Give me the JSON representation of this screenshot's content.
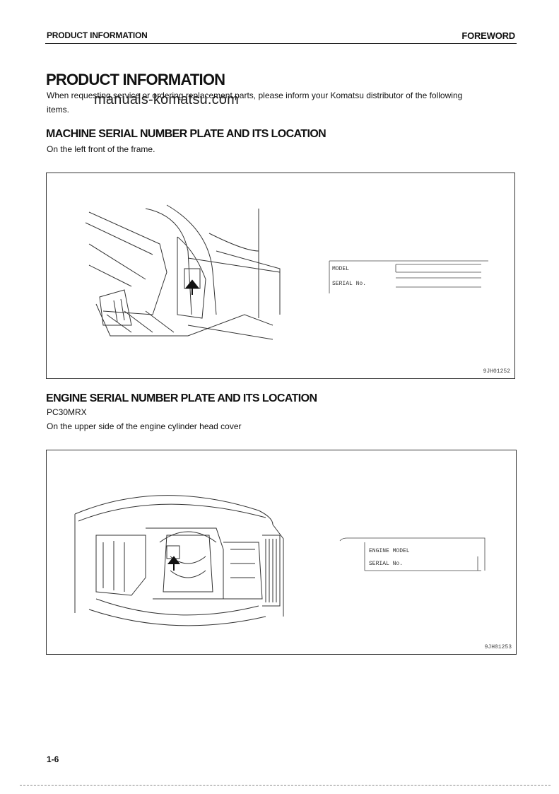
{
  "header": {
    "left": "PRODUCT INFORMATION",
    "right": "FOREWORD"
  },
  "title": "PRODUCT INFORMATION",
  "intro": {
    "line1": "When requesting service or ordering replacement parts, please inform your Komatsu distributor of the following",
    "line2": "items."
  },
  "watermark": "manuals-komatsu.com",
  "section1": {
    "heading": "MACHINE SERIAL NUMBER PLATE AND ITS LOCATION",
    "text": "On the left front of the frame.",
    "plate": {
      "line1": "MODEL",
      "line2": "SERIAL No."
    },
    "figure_id": "9JH01252"
  },
  "section2": {
    "heading": "ENGINE SERIAL NUMBER PLATE AND ITS LOCATION",
    "model": "PC30MRX",
    "text": "On the upper side of the engine cylinder head cover",
    "plate": {
      "line1": "ENGINE MODEL",
      "line2": "SERIAL No."
    },
    "figure_id": "9JH01253"
  },
  "page_number": "1-6"
}
